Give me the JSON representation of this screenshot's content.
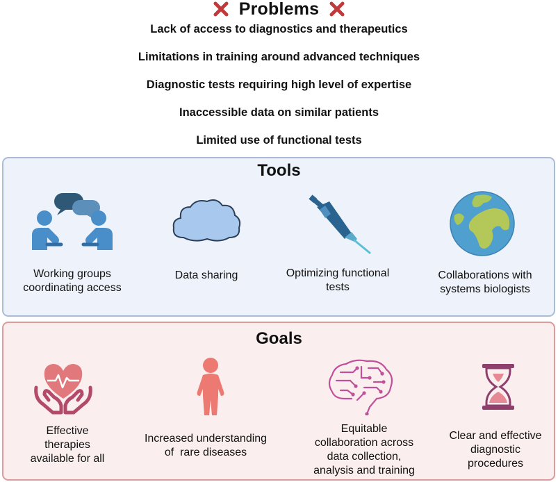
{
  "problems": {
    "title": "Problems",
    "items": [
      "Lack of access to diagnostics and therapeutics",
      "Limitations in training around advanced techniques",
      "Diagnostic tests requiring high level of expertise",
      "Inaccessible data on similar patients",
      "Limited use of functional tests"
    ]
  },
  "tools": {
    "title": "Tools",
    "items": [
      {
        "icon": "people-talking-icon",
        "label_lines": [
          "Working groups",
          "coordinating access"
        ]
      },
      {
        "icon": "cloud-icon",
        "label_lines": [
          "Data sharing"
        ]
      },
      {
        "icon": "pipette-icon",
        "label_lines": [
          "Optimizing functional",
          "tests"
        ]
      },
      {
        "icon": "globe-icon",
        "label_lines": [
          "Collaborations with",
          "systems biologists"
        ]
      }
    ]
  },
  "goals": {
    "title": "Goals",
    "items": [
      {
        "icon": "heart-hands-icon",
        "label_lines": [
          "Effective",
          "therapies",
          "available for all"
        ]
      },
      {
        "icon": "child-icon",
        "label_lines": [
          "Increased understanding",
          "of  rare diseases"
        ]
      },
      {
        "icon": "circuit-brain-icon",
        "label_lines": [
          "Equitable",
          "collaboration across",
          "data collection,",
          "analysis and training"
        ]
      },
      {
        "icon": "hourglass-icon",
        "label_lines": [
          "Clear and effective",
          "diagnostic",
          "procedures"
        ]
      }
    ]
  },
  "colors": {
    "x_mark": "#c0393b",
    "tools_bg": "#eef3fb",
    "tools_border": "#a9bcd6",
    "goals_bg": "#fbeeee",
    "goals_border": "#dc9a9a"
  }
}
